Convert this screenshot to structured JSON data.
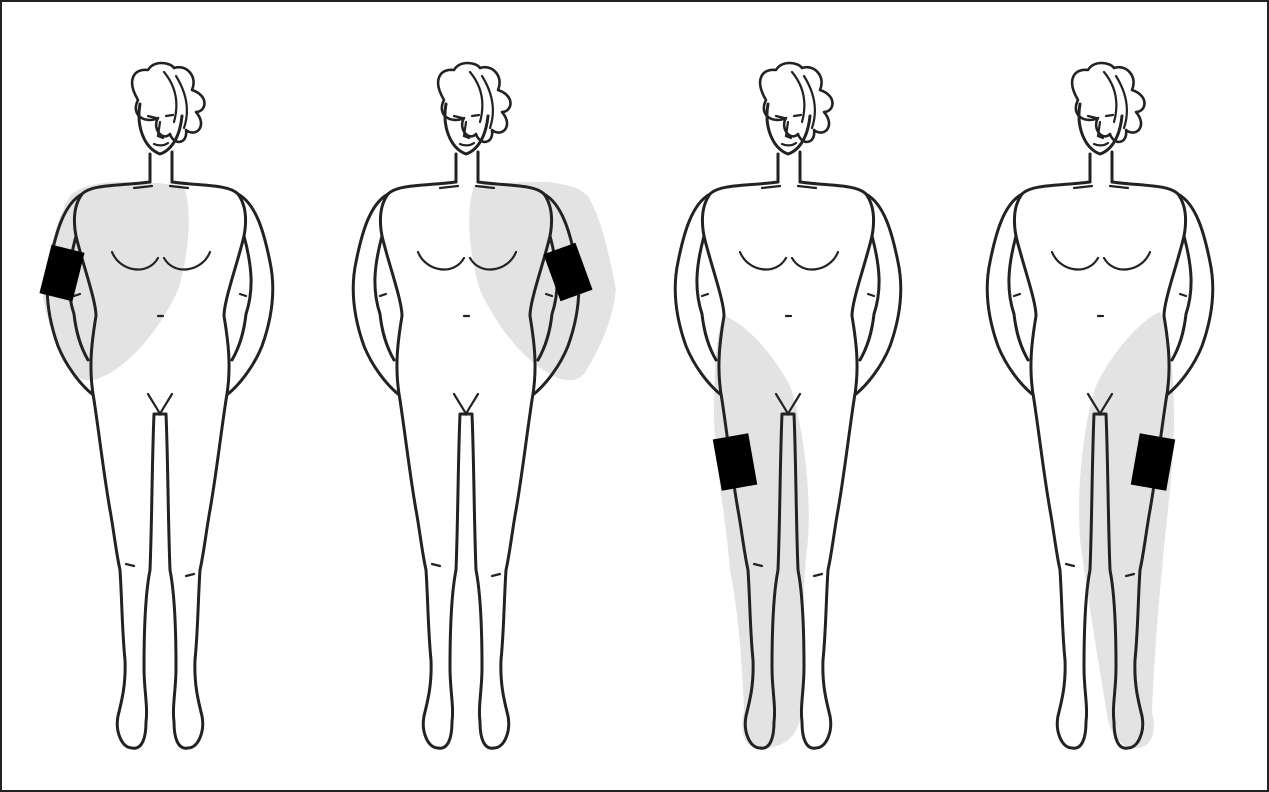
{
  "colors": {
    "outline": "#222222",
    "shade": "#e3e3e3",
    "cuff": "#000000",
    "background": "#ffffff"
  },
  "figures": [
    {
      "name": "figure-1",
      "shaded_region": "right-upper-body-and-arm",
      "cuff_location": "right-upper-arm"
    },
    {
      "name": "figure-2",
      "shaded_region": "left-upper-body-and-arm",
      "cuff_location": "left-upper-arm"
    },
    {
      "name": "figure-3",
      "shaded_region": "right-leg",
      "cuff_location": "right-thigh"
    },
    {
      "name": "figure-4",
      "shaded_region": "left-leg",
      "cuff_location": "left-thigh"
    }
  ]
}
